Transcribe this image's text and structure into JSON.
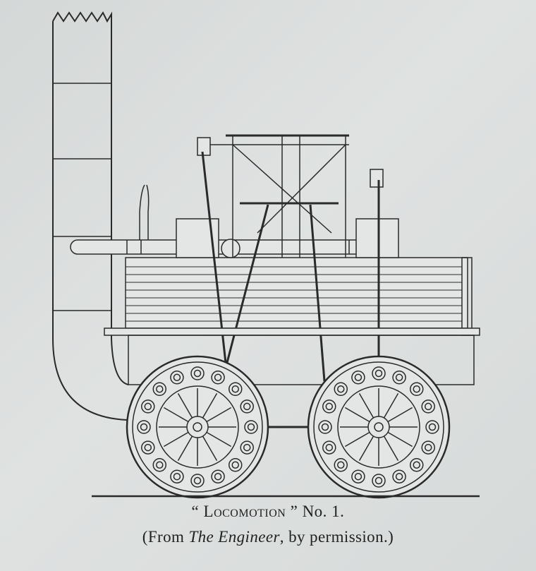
{
  "figure": {
    "title_open_quote": "“",
    "title_name": "Locomotion",
    "title_close_quote": "”",
    "title_suffix": "No. 1.",
    "source_prefix": "(From",
    "source_italic": "The Engineer",
    "source_suffix": ", by permission.)"
  },
  "colors": {
    "paper": "#dadddc",
    "ink": "#2a2a2a"
  }
}
